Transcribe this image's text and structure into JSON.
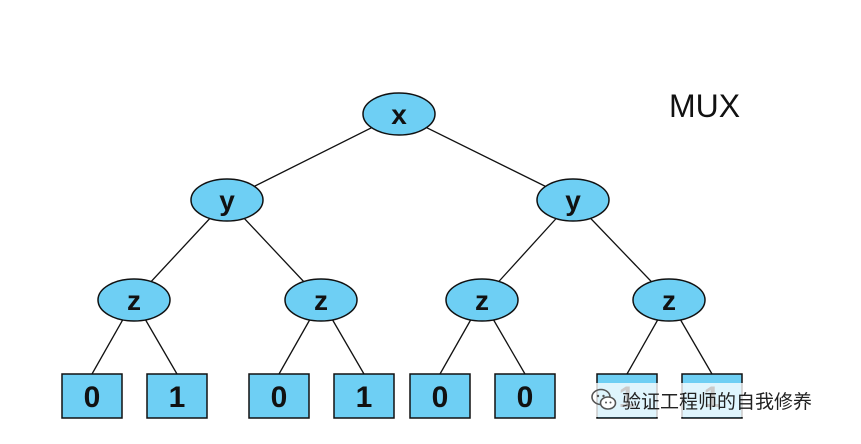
{
  "colors": {
    "node_fill": "#6ecff4",
    "leaf_fill": "#6ecff4",
    "stroke": "#111111",
    "edge": "#111111"
  },
  "diagram": {
    "label": "MUX",
    "root": {
      "label": "x"
    },
    "level1": [
      {
        "label": "y"
      },
      {
        "label": "y"
      }
    ],
    "level2": [
      {
        "label": "z"
      },
      {
        "label": "z"
      },
      {
        "label": "z"
      },
      {
        "label": "z"
      }
    ],
    "leaves": [
      "0",
      "1",
      "0",
      "1",
      "0",
      "0",
      "1",
      "1"
    ]
  },
  "watermark": {
    "text": "验证工程师的自我修养",
    "icon": "wechat-icon"
  }
}
